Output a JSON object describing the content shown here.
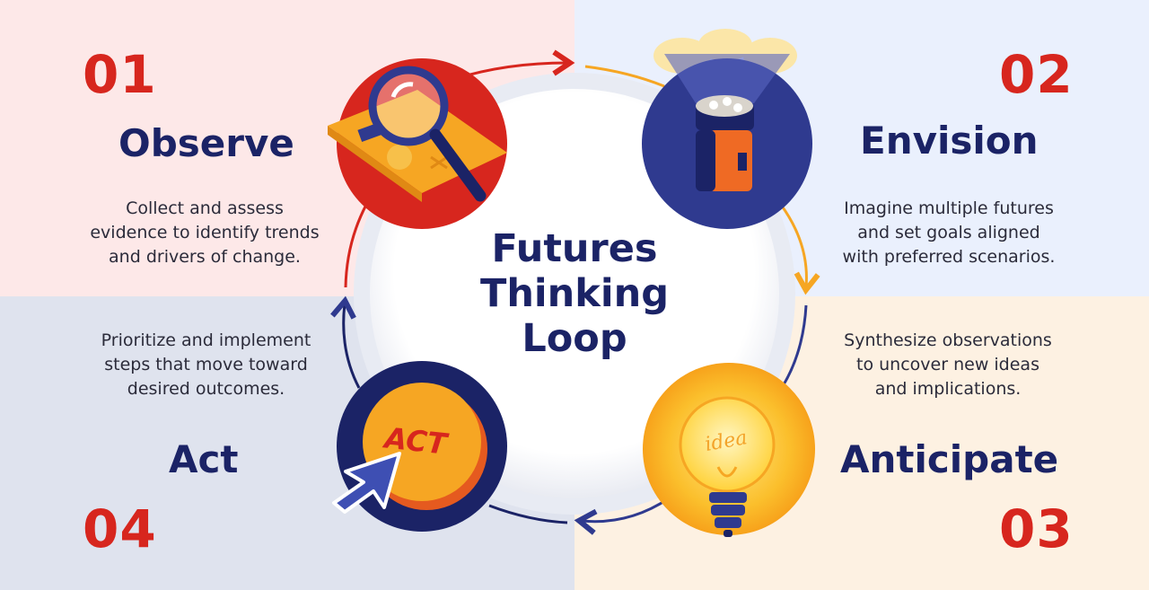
{
  "colors": {
    "observe_bg": "#fde8e8",
    "envision_bg": "#eaf0fd",
    "act_bg": "#dfe3ee",
    "anticipate_bg": "#fdf1e2",
    "accent_red": "#d7261e",
    "navy": "#1b2366",
    "orange": "#f6a623",
    "royal_blue": "#2f3a8f"
  },
  "center": {
    "lines": [
      "Futures",
      "Thinking",
      "Loop"
    ]
  },
  "stages": {
    "observe": {
      "number": "01",
      "title": "Observe",
      "description_lines": [
        "Collect and assess",
        "evidence to identify trends",
        "and drivers of change."
      ],
      "icon": "magnifying-glass-icon"
    },
    "envision": {
      "number": "02",
      "title": "Envision",
      "description_lines": [
        "Imagine multiple futures",
        "and set goals aligned",
        "with preferred scenarios."
      ],
      "icon": "flashlight-icon"
    },
    "anticipate": {
      "number": "03",
      "title": "Anticipate",
      "description_lines": [
        "Synthesize observations",
        "to uncover new ideas",
        "and implications."
      ],
      "icon": "lightbulb-icon",
      "icon_text": "idea"
    },
    "act": {
      "number": "04",
      "title": "Act",
      "description_lines": [
        "Prioritize and implement",
        "steps that move toward",
        "desired outcomes."
      ],
      "icon": "act-button-icon",
      "icon_text": "ACT"
    }
  }
}
